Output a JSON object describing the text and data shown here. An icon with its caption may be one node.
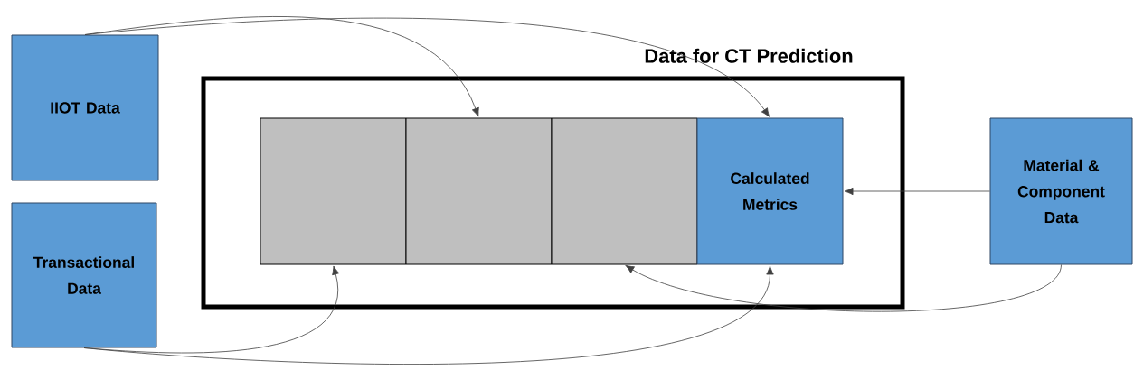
{
  "diagram": {
    "nodes": [
      {
        "text": [
          "IIOT Data"
        ]
      },
      {
        "text": [
          "Transactional Data"
        ]
      },
      {
        "text": [
          "Data for CT Prediction"
        ]
      },
      {
        "text": [],
        "shape": "box",
        "in": 2
      },
      {
        "text": [],
        "shape": "box",
        "in": 2
      },
      {
        "text": [],
        "shape": "box",
        "in": 2
      },
      {
        "text": [
          "Calculated Metrics"
        ],
        "in": 2
      },
      {
        "text": [
          "Material & Component Data"
        ]
      }
    ],
    "edges": [
      {
        "from": 0,
        "to": 4,
        "arrow": "to"
      },
      {
        "from": 0,
        "to": 6,
        "arrow": "to"
      },
      {
        "from": 1,
        "to": 3,
        "arrow": "to"
      },
      {
        "from": 1,
        "to": 6,
        "arrow": "to"
      },
      {
        "from": 7,
        "to": 6,
        "arrow": "to"
      },
      {
        "from": 7,
        "to": 5,
        "arrow": "to"
      }
    ]
  }
}
